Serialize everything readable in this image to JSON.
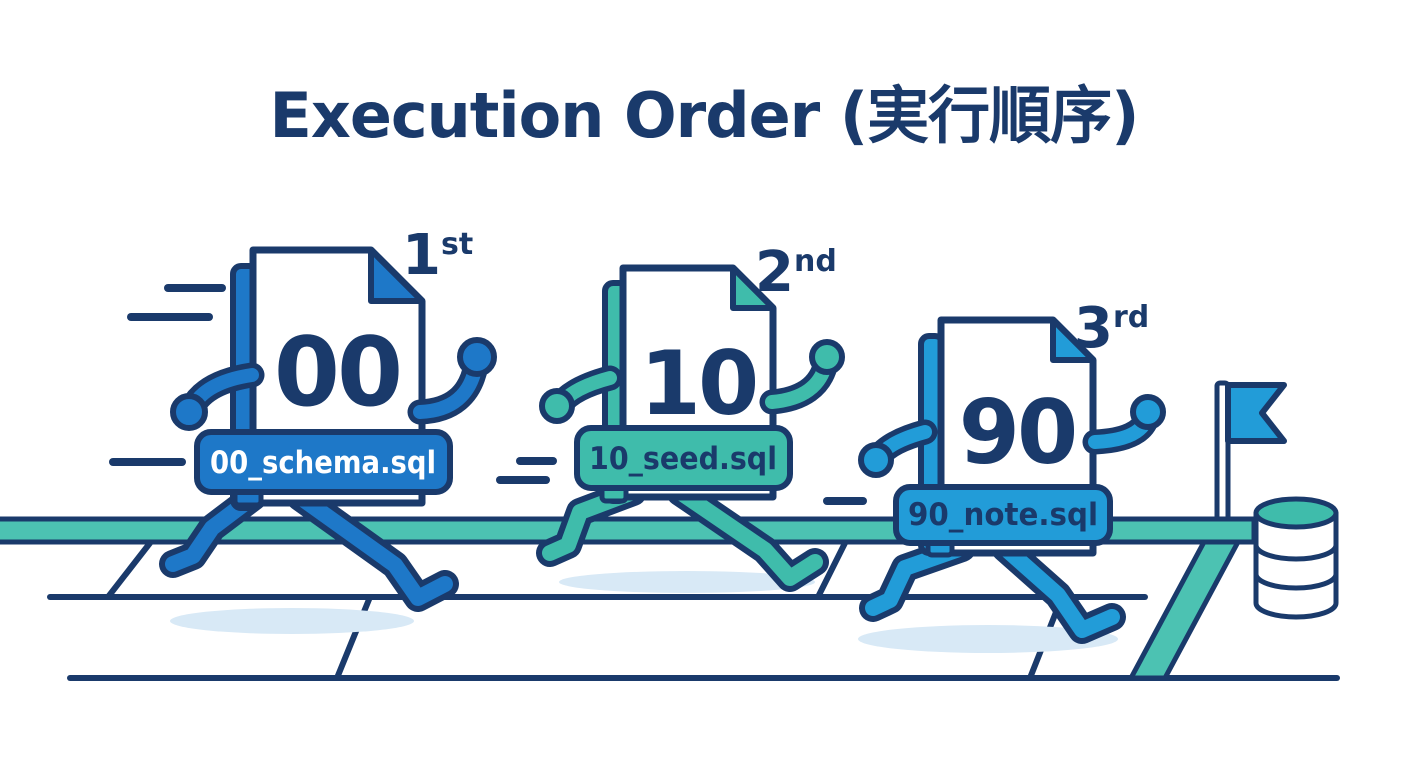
{
  "title": "Execution Order (実行順序)",
  "palette": {
    "navy": "#1a3a6b",
    "blue": "#1e78c8",
    "teal": "#3fbcab",
    "track_teal": "#4cc2b2",
    "light_blue": "#229cd8",
    "shadow": "#d8e9f6",
    "paper": "#ffffff",
    "background": "#ffffff"
  },
  "runners": [
    {
      "rank": "1",
      "rank_suffix": "st",
      "number": "00",
      "filename": "00_schema.sql"
    },
    {
      "rank": "2",
      "rank_suffix": "nd",
      "number": "10",
      "filename": "10_seed.sql"
    },
    {
      "rank": "3",
      "rank_suffix": "rd",
      "number": "90",
      "filename": "90_note.sql"
    }
  ],
  "icons": {
    "flag": "finish-pennant-flag",
    "database": "database-cylinder",
    "speed_lines": "motion-speed-lines"
  }
}
